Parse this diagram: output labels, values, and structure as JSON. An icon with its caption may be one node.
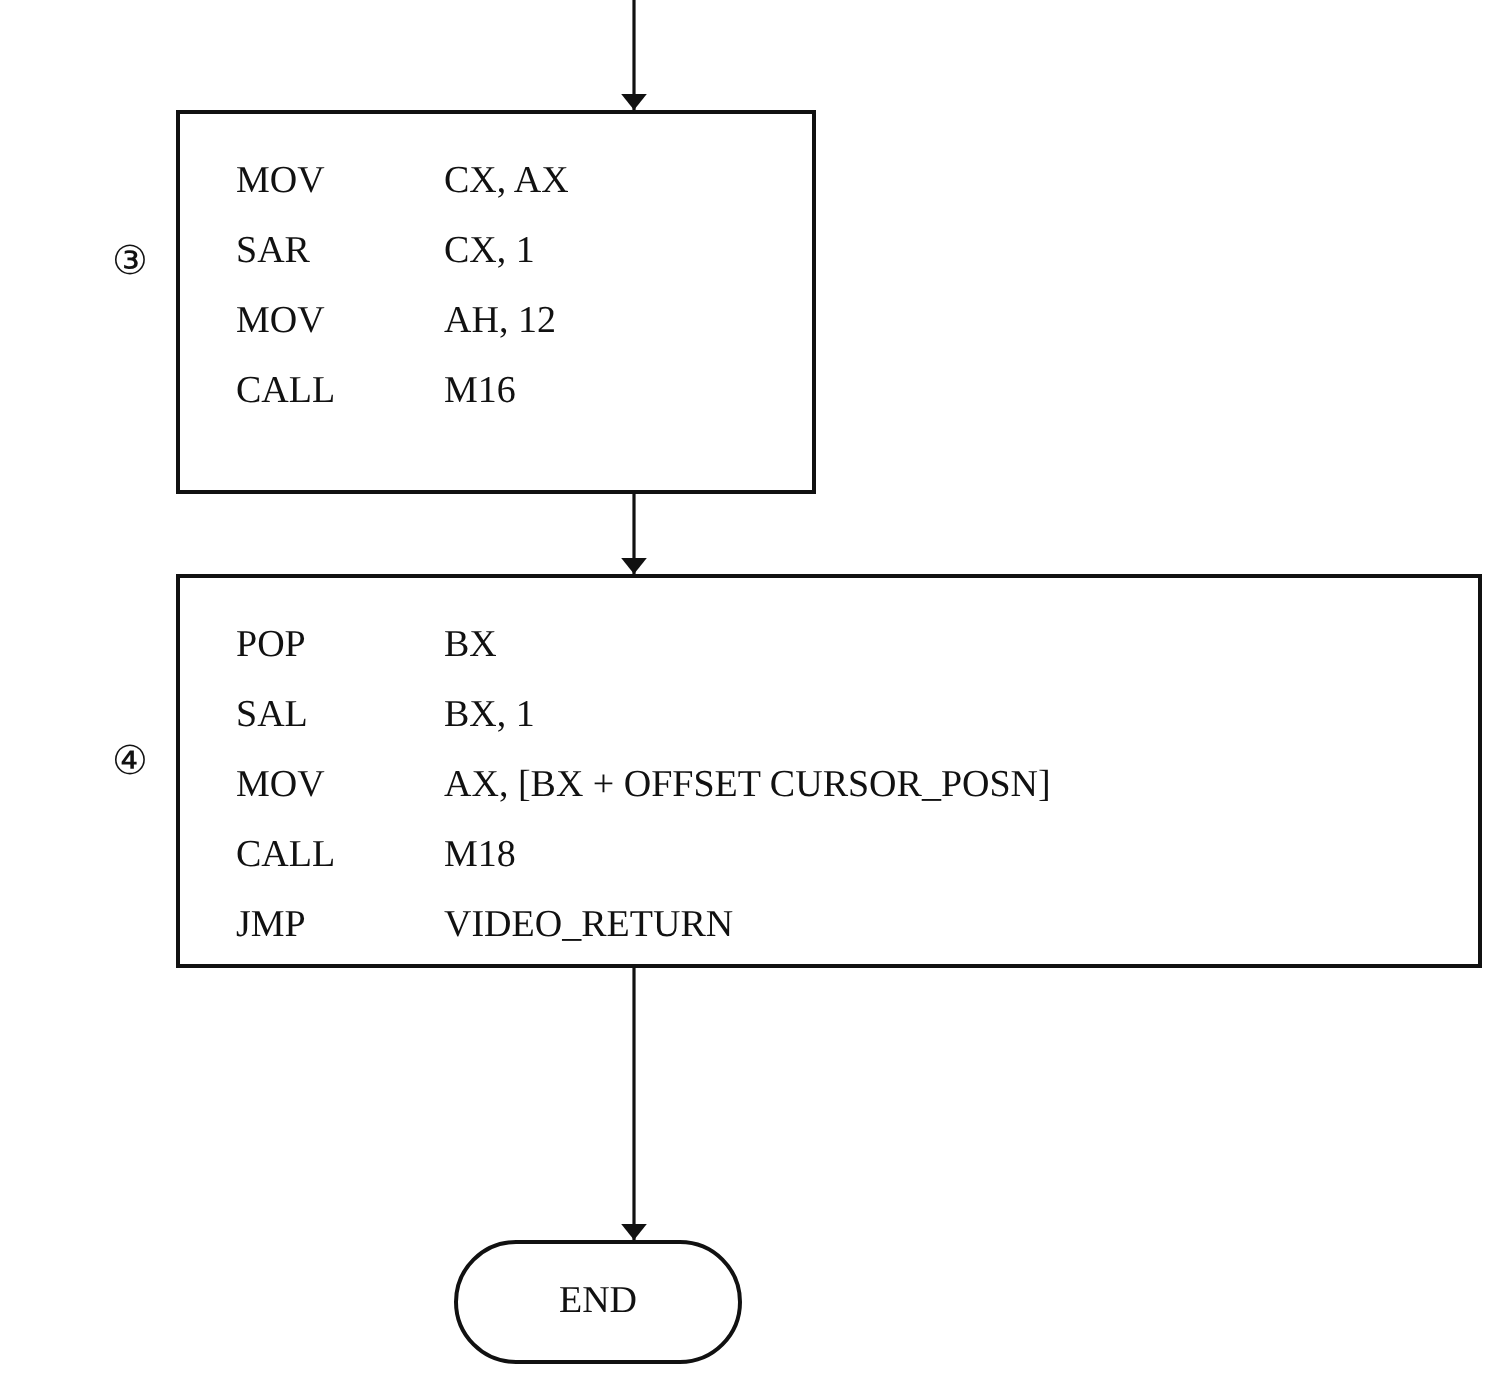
{
  "diagram": {
    "nodes": [
      {
        "text": [
          "MOV",
          "CX, AX",
          "SAR",
          "CX, 1",
          "MOV",
          "AH, 12",
          "CALL",
          "M16"
        ],
        "beside": [
          "③"
        ]
      },
      {
        "text": [
          "POP",
          "BX",
          "SAL",
          "BX, 1",
          "MOV",
          "AX, [BX + OFFSET CURSOR_POSN]",
          "CALL",
          "M18",
          "JMP",
          "VIDEO_RETURN"
        ],
        "beside": [
          "④"
        ]
      },
      {
        "text": [
          "END"
        ]
      }
    ],
    "edges": [
      {
        "from": null,
        "to": 0,
        "arrow": "to"
      },
      {
        "from": 0,
        "to": 1,
        "arrow": "to"
      },
      {
        "from": 1,
        "to": 2,
        "arrow": "to"
      }
    ]
  }
}
